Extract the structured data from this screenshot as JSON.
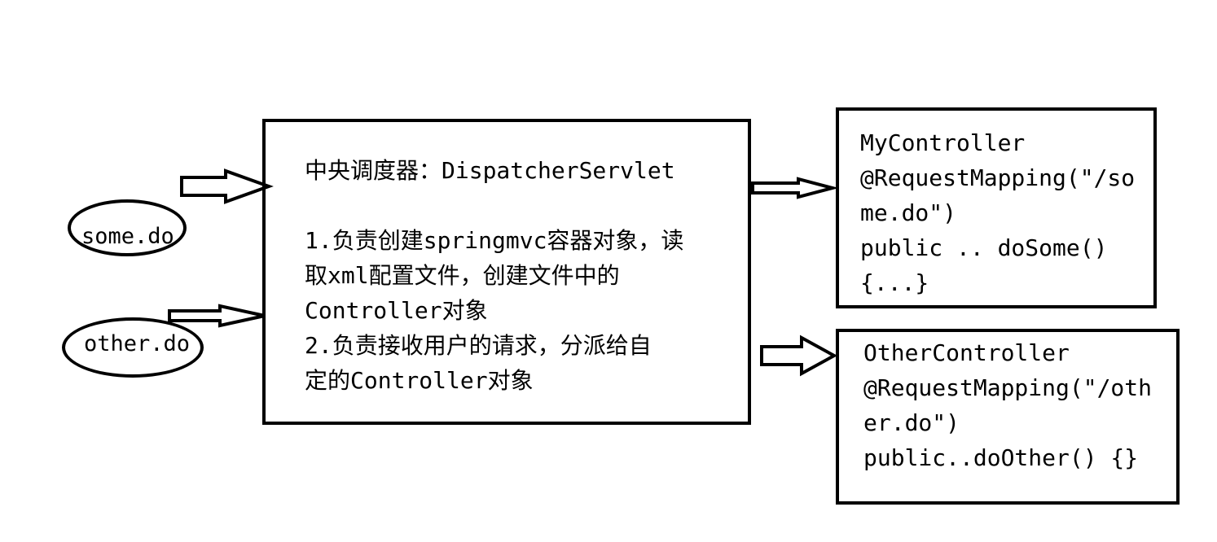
{
  "requests": {
    "some": "some.do",
    "other": "other.do"
  },
  "dispatcher": {
    "title": "中央调度器：DispatcherServlet",
    "lines": [
      "1.负责创建springmvc容器对象，读",
      "取xml配置文件，创建文件中的",
      "Controller对象",
      "2.负责接收用户的请求，分派给自",
      "定的Controller对象"
    ]
  },
  "my_controller": {
    "lines": [
      "MyController",
      "@RequestMapping(\"/so",
      "me.do\")",
      "public  .. doSome()",
      "{...}"
    ]
  },
  "other_controller": {
    "lines": [
      "OtherController",
      "@RequestMapping(\"/oth",
      "er.do\")",
      "public..doOther() {}"
    ]
  }
}
